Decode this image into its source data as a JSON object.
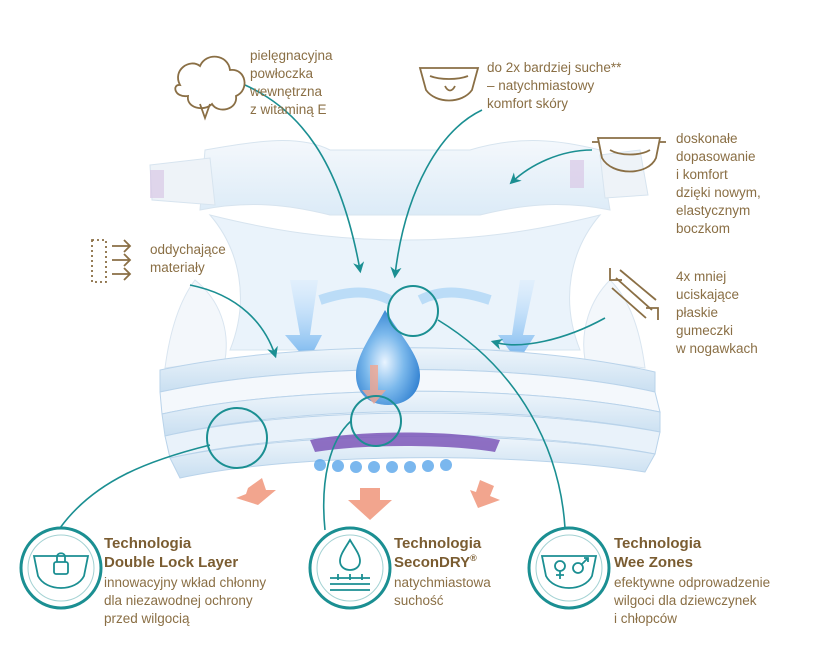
{
  "features": [
    {
      "id": "vitamin-e",
      "icon": "cotton-flower-icon",
      "text": "pielęgnacyjna\npowłoczka\nwewnętrzna\nz witaminą E"
    },
    {
      "id": "drier",
      "icon": "diaper-dry-icon",
      "text": "do 2x bardziej suche**\n– natychmiastowy\nkomfort skóry"
    },
    {
      "id": "fit",
      "icon": "diaper-fit-icon",
      "text": "doskonałe\ndopasowanie\ni komfort\ndzięki nowym,\nelastycznym\nboczkom"
    },
    {
      "id": "breathable",
      "icon": "breathable-material-icon",
      "text": "oddychające\nmateriały"
    },
    {
      "id": "flat-elastics",
      "icon": "flat-elastic-icon",
      "text": "4x mniej\nuciskające\npłaskie\ngumeczki\nw nogawkach"
    }
  ],
  "technologies": [
    {
      "id": "double-lock",
      "icon": "lock-diaper-icon",
      "title": "Technologia\nDouble Lock Layer",
      "desc": "innowacyjny wkład chłonny\ndla niezawodnej ochrony\nprzed wilgocią"
    },
    {
      "id": "secondry",
      "icon": "droplet-layers-icon",
      "title": "Technologia\nSeconDRY",
      "title_mark": "®",
      "desc": "natychmiastowa\nsuchość"
    },
    {
      "id": "wee-zones",
      "icon": "gender-zones-icon",
      "title": "Technologia\nWee Zones",
      "desc": "efektywne odprowadzenie\nwilgoci dla dziewczynek\ni chłopców"
    }
  ],
  "colors": {
    "teal": "#1b8f92",
    "gold": "#8a6f45",
    "title_brown": "#7a5c31",
    "diaper_blue": "#cfe3f3",
    "arrow_coral": "#f2a58e",
    "core_purple": "#7d57b8"
  }
}
